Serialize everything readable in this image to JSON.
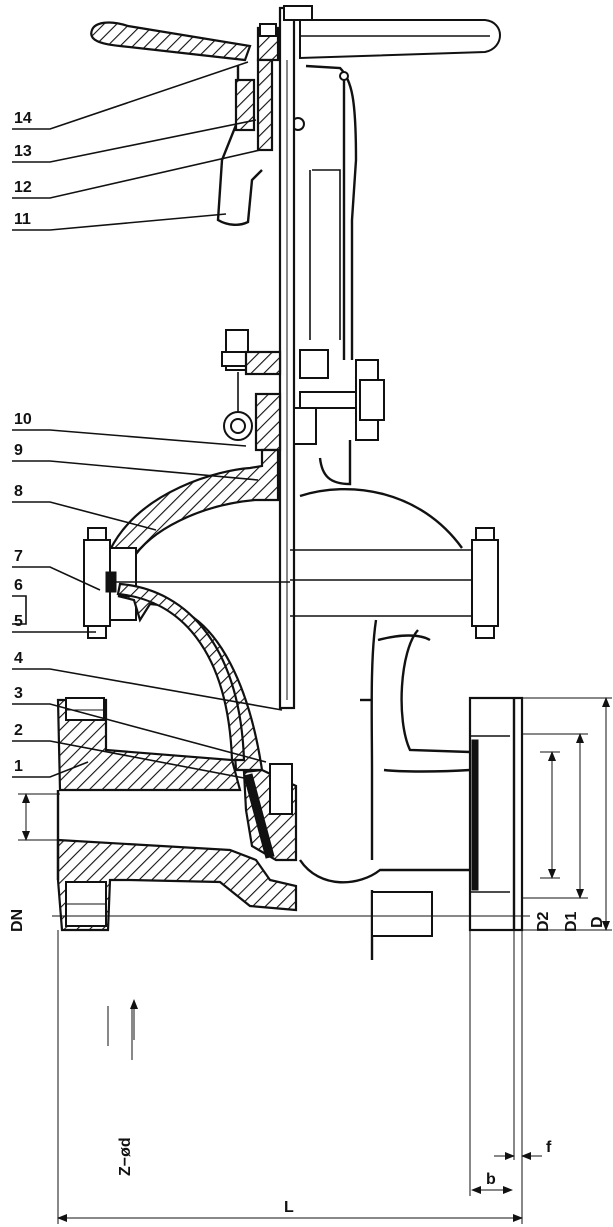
{
  "callouts": [
    "14",
    "13",
    "12",
    "11",
    "10",
    "9",
    "8",
    "7",
    "6",
    "5",
    "4",
    "3",
    "2",
    "1"
  ],
  "dimensions": {
    "DN": "DN",
    "D2": "D2",
    "D1": "D1",
    "D": "D",
    "f": "f",
    "b": "b",
    "L": "L",
    "bolt": "Z−ød"
  }
}
